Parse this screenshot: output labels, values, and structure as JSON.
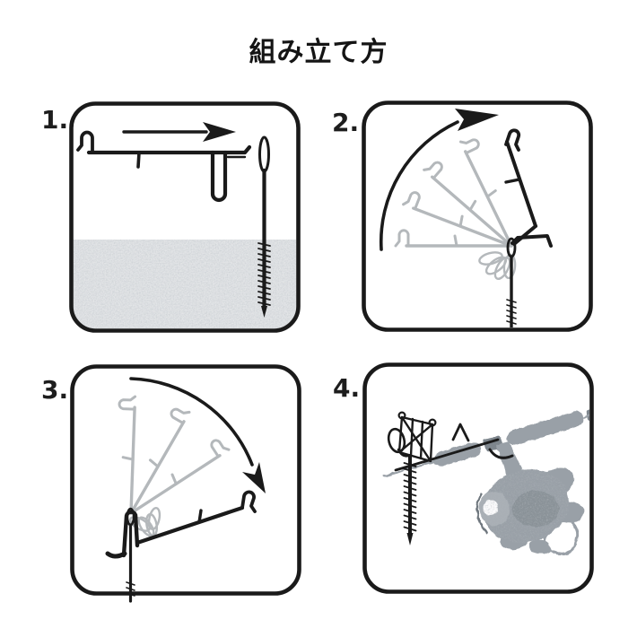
{
  "title": "組み立て方",
  "steps": [
    {
      "label": "1."
    },
    {
      "label": "2."
    },
    {
      "label": "3."
    },
    {
      "label": "4."
    }
  ],
  "colors": {
    "paper": "#ffffff",
    "ink": "#1a1a1a",
    "ghost": "#b4b8bb",
    "ground-base": "#e3e5e7",
    "ground-speckle": "#9aa1a8",
    "metal-gray": "#99a0a7",
    "metal-dark": "#7e868d"
  }
}
